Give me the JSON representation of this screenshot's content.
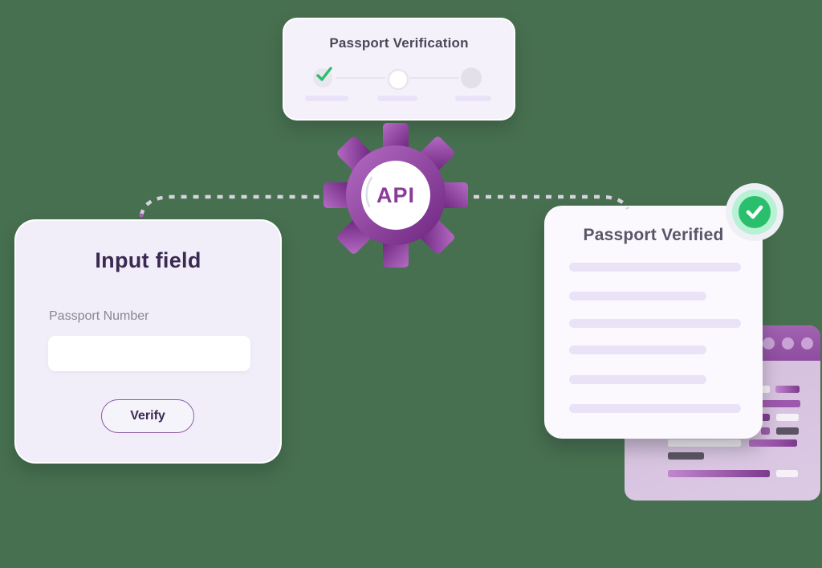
{
  "colors": {
    "background": "#477050",
    "accent_purple": "#8b3a9a",
    "gear_grad_start": "#b56cc3",
    "gear_grad_end": "#6d2580",
    "success_green": "#2abf6d",
    "mint": "#b9f1d4",
    "lavender_line": "#eae2f7",
    "card_bg": "#f2eef9",
    "title_dark": "#3a2a52",
    "muted_text": "#8a8494",
    "dash": "#d7d2dc"
  },
  "top_card": {
    "title": "Passport Verification",
    "steps": [
      {
        "name": "step-1",
        "state": "complete",
        "icon": "check-icon"
      },
      {
        "name": "step-2",
        "state": "current"
      },
      {
        "name": "step-3",
        "state": "upcoming"
      }
    ]
  },
  "api_gear": {
    "label": "API",
    "icon": "gear-icon"
  },
  "input_card": {
    "title": "Input field",
    "field_label": "Passport Number",
    "input_value": "",
    "button_label": "Verify"
  },
  "result_card": {
    "title": "Passport Verified",
    "status_icon": "check-badge-icon",
    "placeholder_line_count": 6
  },
  "browser_window": {
    "icon": "window-control-dots",
    "dot_count": 3
  }
}
